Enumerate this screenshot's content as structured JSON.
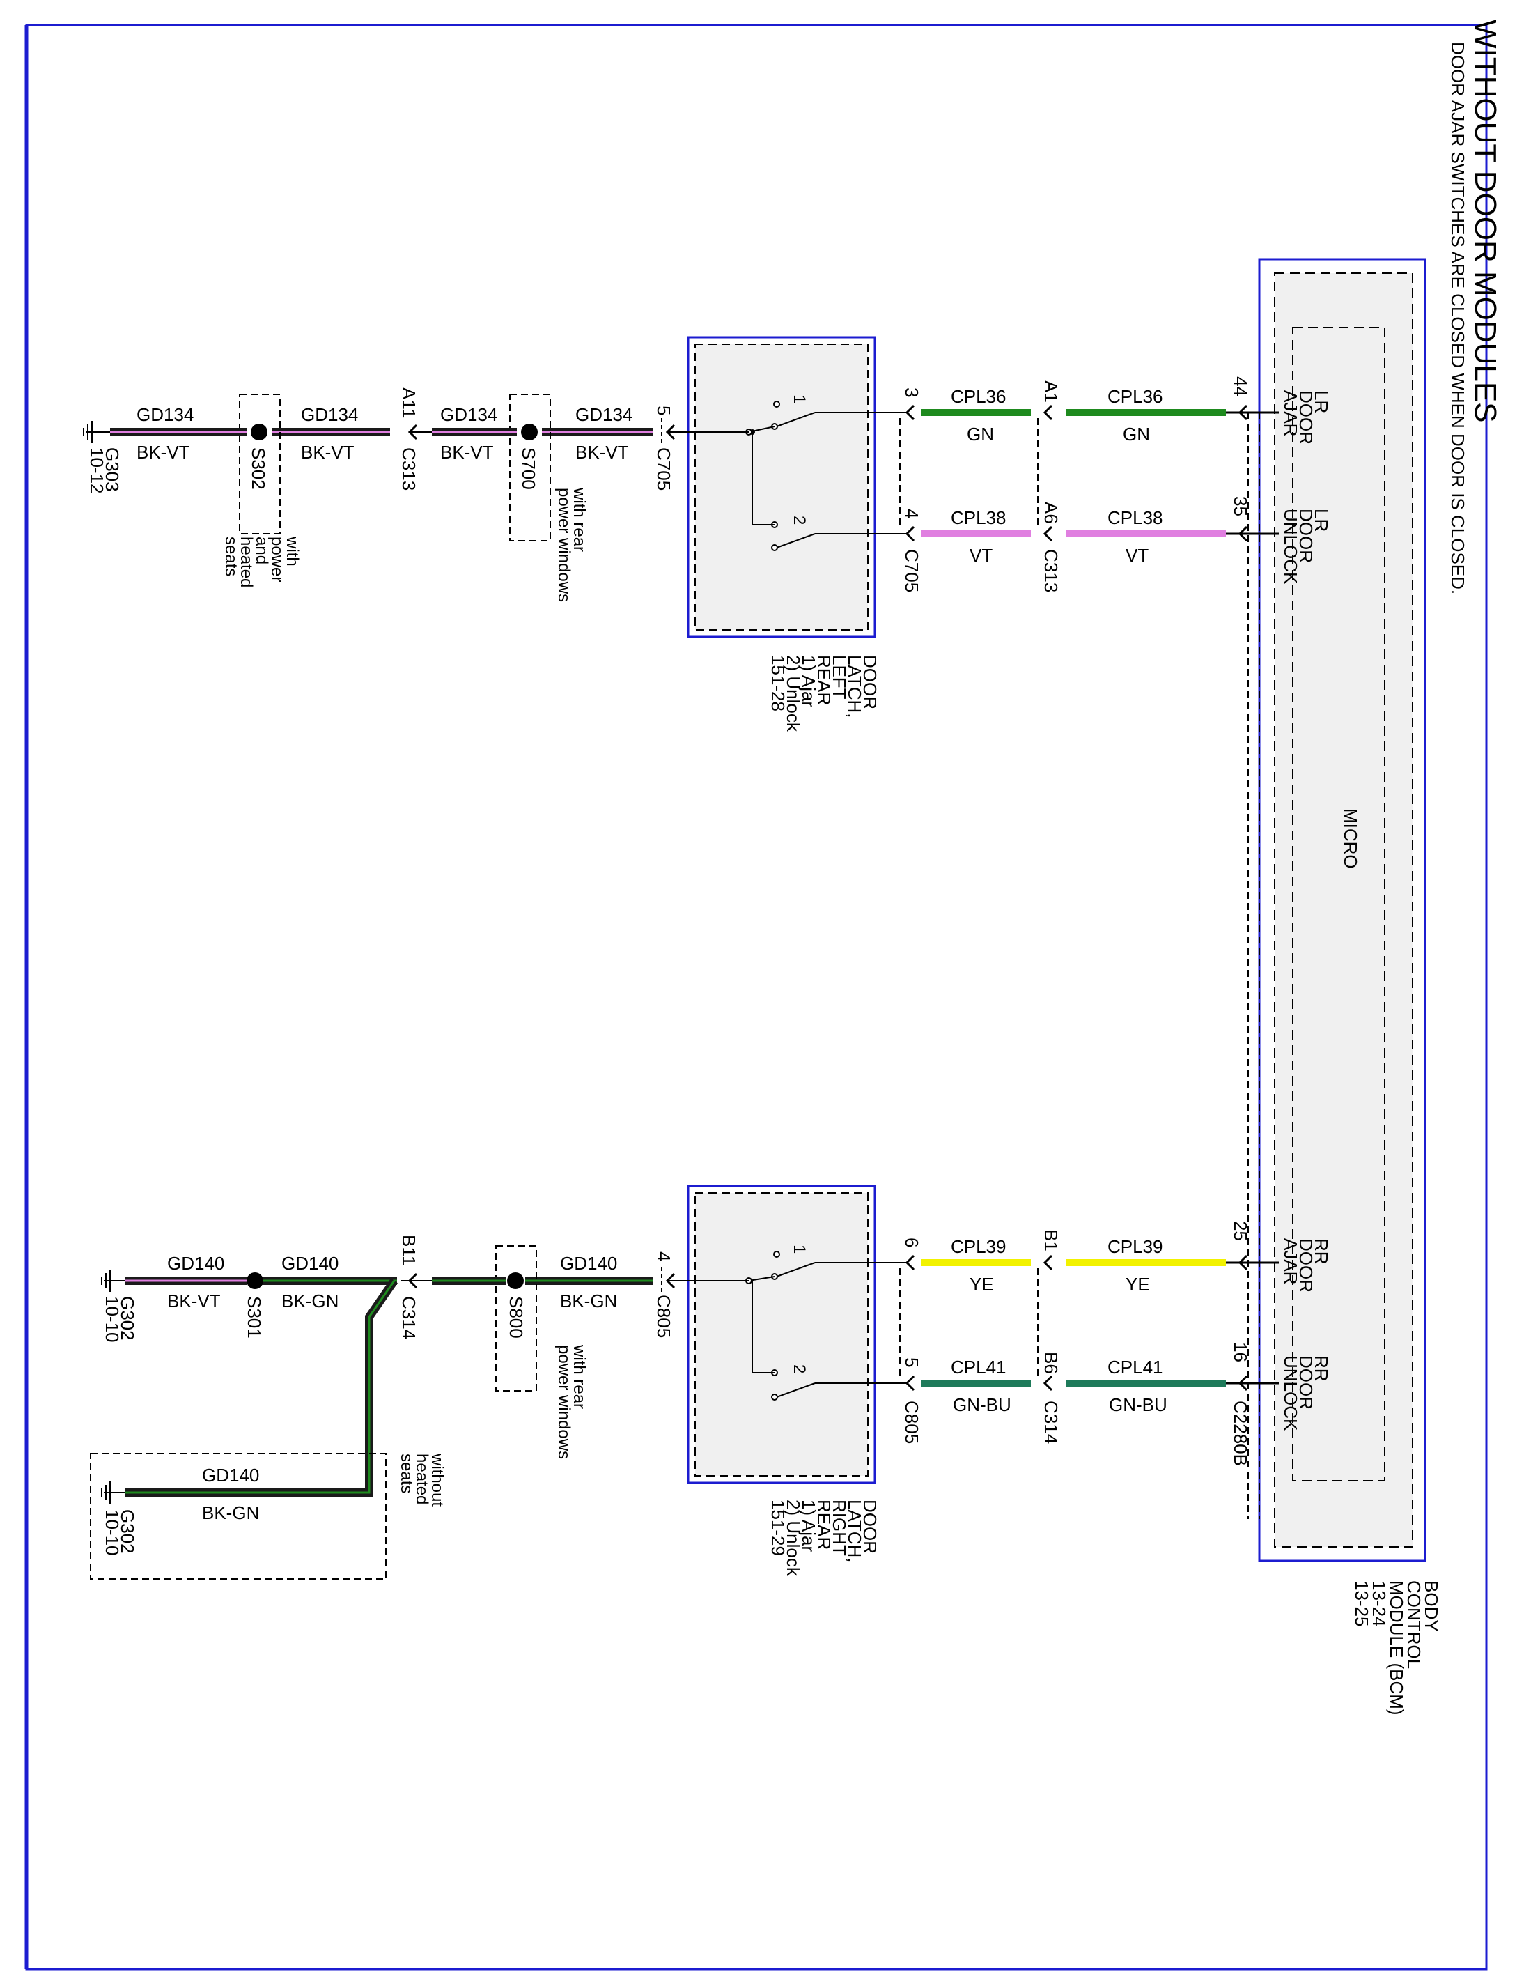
{
  "diagram": {
    "title": "WITHOUT DOOR MODULES",
    "note": "DOOR AJAR SWITCHES ARE CLOSED WHEN DOOR IS CLOSED.",
    "bcm": {
      "name_lines": [
        "BODY",
        "CONTROL",
        "MODULE (BCM)",
        "13-24",
        "13-25"
      ],
      "micro": "MICRO",
      "connector": "C2280B",
      "pins": [
        {
          "pin": "44",
          "lines": [
            "LR",
            "DOOR",
            "AJAR"
          ]
        },
        {
          "pin": "35",
          "lines": [
            "LR",
            "DOOR",
            "UNLOCK"
          ]
        },
        {
          "pin": "25",
          "lines": [
            "RR",
            "DOOR",
            "AJAR"
          ]
        },
        {
          "pin": "16",
          "lines": [
            "RR",
            "DOOR",
            "UNLOCK"
          ]
        }
      ]
    },
    "wires": [
      {
        "circuit": "CPL36",
        "color_code": "GN",
        "color": "#1e8a1e"
      },
      {
        "circuit": "CPL38",
        "color_code": "VT",
        "color": "#e07fe0"
      },
      {
        "circuit": "CPL39",
        "color_code": "YE",
        "color": "#f2f200"
      },
      {
        "circuit": "CPL41",
        "color_code": "GN-BU",
        "color": "#1e7a5a"
      },
      {
        "circuit": "GD134",
        "color_code": "BK-VT",
        "color": "#1a1a1a"
      },
      {
        "circuit": "GD140",
        "color_code": "BK-VT",
        "color": "#1a1a1a"
      },
      {
        "circuit": "GD140",
        "color_code": "BK-GN",
        "color": "#1a1a1a"
      }
    ],
    "connectors": {
      "c313": "C313",
      "c314": "C314",
      "c705": "C705",
      "c805": "C805",
      "pin_a1": "A1",
      "pin_a6": "A6",
      "pin_a11": "A11",
      "pin_b1": "B1",
      "pin_b6": "B6",
      "pin_b11": "B11",
      "pin_3": "3",
      "pin_4": "4",
      "pin_5": "5",
      "pin_6": "6",
      "pin_5b": "5",
      "pin_4b": "4"
    },
    "latch_left": {
      "lines": [
        "DOOR",
        "LATCH,",
        "LEFT",
        "REAR",
        "1) Ajar",
        "2) Unlock",
        "151-28"
      ],
      "switch1": "1",
      "switch2": "2"
    },
    "latch_right": {
      "lines": [
        "DOOR",
        "LATCH,",
        "RIGHT",
        "REAR",
        "1) Ajar",
        "2) Unlock",
        "151-29"
      ],
      "switch1": "1",
      "switch2": "2"
    },
    "splices": {
      "s302": "S302",
      "s302_note": [
        "with",
        "power",
        "and",
        "heated",
        "seats"
      ],
      "s700": "S700",
      "s700_note": [
        "with rear",
        "power windows"
      ],
      "s301": "S301",
      "s800": "S800",
      "s800_note": [
        "with rear",
        "power windows"
      ],
      "opt_note": [
        "without",
        "heated",
        "seats"
      ]
    },
    "grounds": {
      "g303": "G303",
      "g303_ref": "10-12",
      "g302a": "G302",
      "g302a_ref": "10-10",
      "g302b": "G302",
      "g302b_ref": "10-10"
    }
  }
}
